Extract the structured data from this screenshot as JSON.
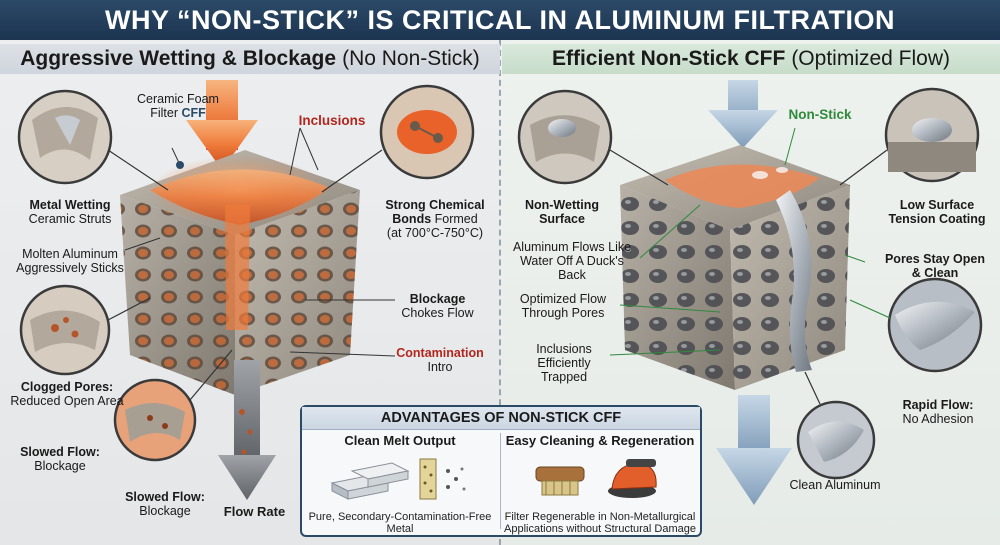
{
  "banner_title": "WHY “NON-STICK” IS CRITICAL IN ALUMINUM FILTRATION",
  "left_panel": {
    "title_bold": "Aggressive Wetting & Blockage",
    "title_rest": "(No Non-Stick)",
    "labels": {
      "ceramic_foam_filter": "Ceramic Foam Filter",
      "cff": "CFF",
      "inclusions": "Inclusions",
      "metal_wetting_bold": "Metal Wetting",
      "metal_wetting_rest": "Ceramic Struts",
      "strong_bonds_bold": "Strong Chemical Bonds",
      "strong_bonds_rest": "Formed",
      "temperature": "(at 700°C-750°C)",
      "molten_aluminum": "Molten Aluminum Aggressively Sticks",
      "blockage_bold": "Blockage",
      "blockage_rest": "Chokes Flow",
      "clogged_bold": "Clogged Pores:",
      "clogged_rest": "Reduced Open Area",
      "contamination_bold": "Contamination",
      "contamination_rest": "Intro",
      "slowed1_bold": "Slowed Flow:",
      "slowed1_rest": "Blockage",
      "slowed2_bold": "Slowed Flow:",
      "slowed2_rest": "Blockage",
      "flow_rate": "Flow Rate"
    }
  },
  "right_panel": {
    "title_bold": "Efficient Non-Stick CFF",
    "title_rest": "(Optimized Flow)",
    "labels": {
      "non_stick": "Non-Stick",
      "non_wetting": "Non-Wetting Surface",
      "low_tension": "Low Surface Tension Coating",
      "aluminum_flows": "Aluminum Flows Like Water Off A Duck's Back",
      "pores_open": "Pores Stay Open & Clean",
      "optimized_flow": "Optimized Flow Through Pores",
      "inclusions_trapped": "Inclusions Efficiently Trapped",
      "rapid_bold": "Rapid Flow:",
      "rapid_rest": "No Adhesion",
      "clean_aluminum": "Clean Aluminum"
    }
  },
  "advantages": {
    "title": "ADVANTAGES OF NON-STICK CFF",
    "col1_heading": "Clean Melt Output",
    "col1_caption": "Pure, Secondary-Contamination-Free Metal",
    "col2_heading": "Easy Cleaning & Regeneration",
    "col2_caption": "Filter Regenerable in Non-Metallurgical Applications without Structural Damage"
  },
  "icons": [
    "aluminum-ingots-icon",
    "filter-block-icon",
    "brush-icon",
    "sander-icon"
  ],
  "colors": {
    "banner": "#1c3450",
    "molten": "#e8622a",
    "accent_red": "#b3261e",
    "accent_green": "#2f8a3c",
    "ceramic": "#a9a196"
  }
}
